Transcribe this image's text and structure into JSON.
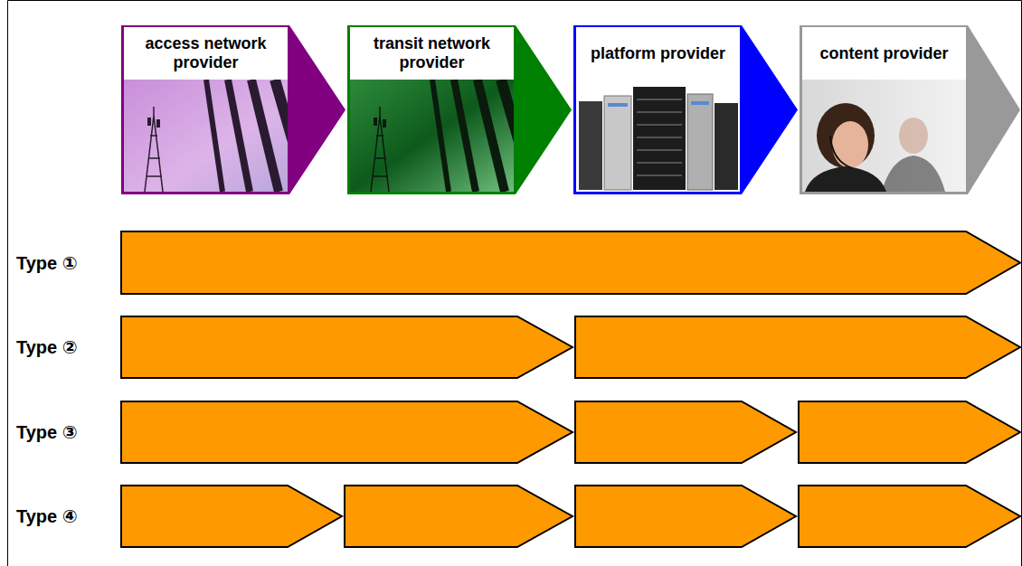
{
  "diagram": {
    "nodes": [
      {
        "text": [
          "access network provider"
        ]
      },
      {
        "text": [
          "transit network provider"
        ]
      },
      {
        "text": [
          "platform provider"
        ]
      },
      {
        "text": [
          "content provider"
        ]
      }
    ],
    "labels": [
      "Type ①",
      "Type ②",
      "Type ③",
      "Type ④"
    ]
  }
}
